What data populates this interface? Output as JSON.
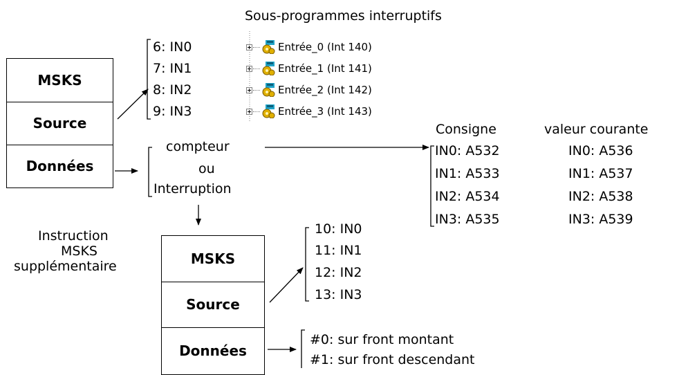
{
  "header": {
    "title": "Sous-programmes interruptifs"
  },
  "box1": {
    "row1": "MSKS",
    "row2": "Source",
    "row3": "Données"
  },
  "source_list": [
    "6: IN0",
    "7: IN1",
    "8: IN2",
    "9: IN3"
  ],
  "interrupts": [
    {
      "label": "Entrée_0 (Int 140)",
      "icon": "interrupt-routine-icon"
    },
    {
      "label": "Entrée_1 (Int 141)",
      "icon": "interrupt-routine-icon"
    },
    {
      "label": "Entrée_2 (Int 142)",
      "icon": "interrupt-routine-icon"
    },
    {
      "label": "Entrée_3 (Int 143)",
      "icon": "interrupt-routine-icon"
    }
  ],
  "data_options": {
    "opt1": "compteur",
    "opt2": "ou",
    "opt3": "Interruption"
  },
  "consigne": {
    "header": "Consigne",
    "items": [
      "IN0: A532",
      "IN1: A533",
      "IN2: A534",
      "IN3: A535"
    ]
  },
  "valeur": {
    "header": "valeur courante",
    "items": [
      "IN0: A536",
      "IN1: A537",
      "IN2: A538",
      "IN3: A539"
    ]
  },
  "instruction_label": {
    "line1": "Instruction",
    "line2": "MSKS",
    "line3": "supplémentaire"
  },
  "box2": {
    "row1": "MSKS",
    "row2": "Source",
    "row3": "Données"
  },
  "source2_list": [
    "10: IN0",
    "11: IN1",
    "12: IN2",
    "13: IN3"
  ],
  "front_list": [
    "#0: sur front montant",
    "#1: sur front descendant"
  ]
}
